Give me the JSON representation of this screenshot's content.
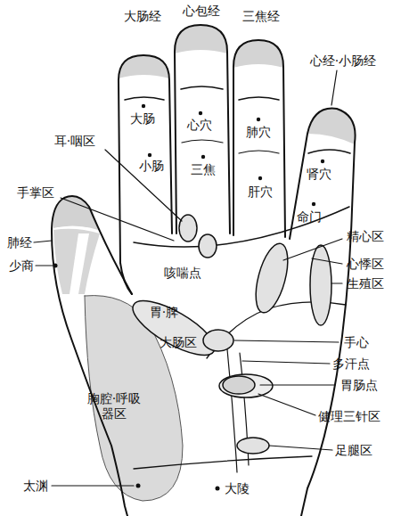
{
  "diagram": {
    "labels": [
      "大肠经",
      "心包经",
      "三焦经",
      "心经·小肠经",
      "大肠",
      "心穴",
      "肺穴",
      "小肠",
      "三焦",
      "肝穴",
      "肾穴",
      "命门",
      "耳·咽区",
      "手掌区",
      "肺经",
      "少商",
      "精心区",
      "心悸区",
      "生殖区",
      "咳喘点",
      "胃·脾",
      "大肠区",
      "手心",
      "多汗点",
      "胸腔·呼吸器区",
      "胃肠点",
      "健理三针区",
      "足腿区",
      "太渊",
      "大陵"
    ]
  }
}
